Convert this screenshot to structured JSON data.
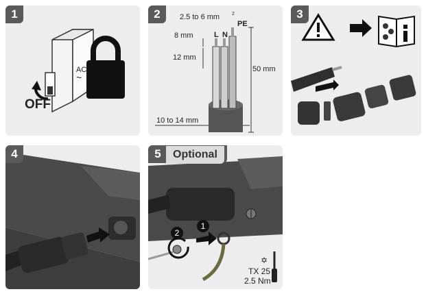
{
  "steps": [
    {
      "number": "1",
      "off_label": "OFF",
      "ac_label": "AC",
      "ac_symbol": "~"
    },
    {
      "number": "2",
      "cross_section": "2.5 to 6 mm",
      "cross_section_sup": "2",
      "pe_label": "PE",
      "l_label": "L",
      "n_label": "N",
      "strip_length": "8 mm",
      "insulation_length": "12 mm",
      "sheath_length": "50 mm",
      "cable_diameter": "10 to 14 mm"
    },
    {
      "number": "3"
    },
    {
      "number": "4"
    },
    {
      "number": "5",
      "optional_label": "Optional",
      "callout_1": "1",
      "callout_2": "2",
      "tool_label": "TX 25",
      "torque_label": "2.5 Nm"
    }
  ],
  "colors": {
    "panel_bg": "#ededed",
    "badge_bg": "#5a5a5a",
    "cable_dark": "#3a3a3a",
    "housing": "#4a4a4a"
  }
}
